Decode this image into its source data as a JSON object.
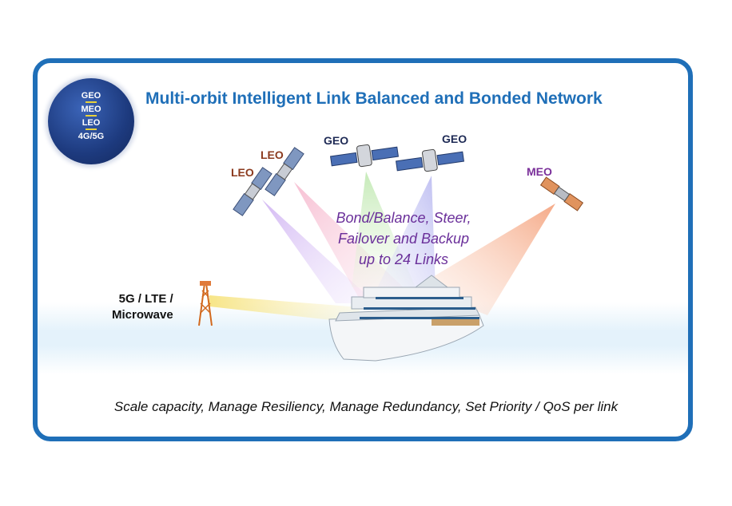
{
  "title": "Multi-orbit Intelligent Link Balanced and Bonded Network",
  "badge": {
    "levels": [
      "GEO",
      "MEO",
      "LEO",
      "4G/5G"
    ]
  },
  "satellites": {
    "leo_1": "LEO",
    "leo_2": "LEO",
    "geo_1": "GEO",
    "geo_2": "GEO",
    "meo": "MEO"
  },
  "center_text": [
    "Bond/Balance, Steer,",
    "Failover and Backup",
    "up to 24 Links"
  ],
  "ground_label": [
    "5G / LTE /",
    "Microwave"
  ],
  "footer": "Scale capacity, Manage Resiliency, Manage Redundancy, Set Priority / QoS per link",
  "colors": {
    "frame": "#1f6fb8",
    "title": "#1f6fb8",
    "leo": "#8b3a1e",
    "geo": "#1e2a55",
    "meo": "#7a2f9a",
    "center_text": "#6a2f9a"
  },
  "icons": [
    "satellite-icon",
    "cell-tower-icon",
    "cruise-ship-icon"
  ]
}
